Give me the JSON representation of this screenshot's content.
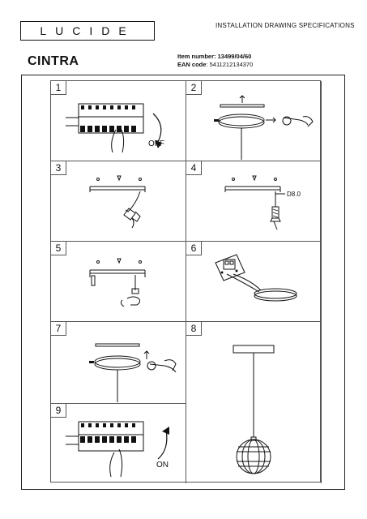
{
  "header": {
    "brand": "LUCIDE",
    "doc_title": "INSTALLATION DRAWING SPECIFICATIONS",
    "product_name": "CINTRA",
    "item_label": "Item number:",
    "item_number": "13499/04/60",
    "ean_label": "EAN code",
    "ean_value": ": 5411212134370"
  },
  "steps": [
    {
      "num": "1",
      "caption": "OFF"
    },
    {
      "num": "2",
      "caption": ""
    },
    {
      "num": "3",
      "caption": ""
    },
    {
      "num": "4",
      "caption": "D8.0"
    },
    {
      "num": "5",
      "caption": ""
    },
    {
      "num": "6",
      "caption": ""
    },
    {
      "num": "7",
      "caption": ""
    },
    {
      "num": "8",
      "caption": ""
    },
    {
      "num": "9",
      "caption": "ON"
    }
  ]
}
